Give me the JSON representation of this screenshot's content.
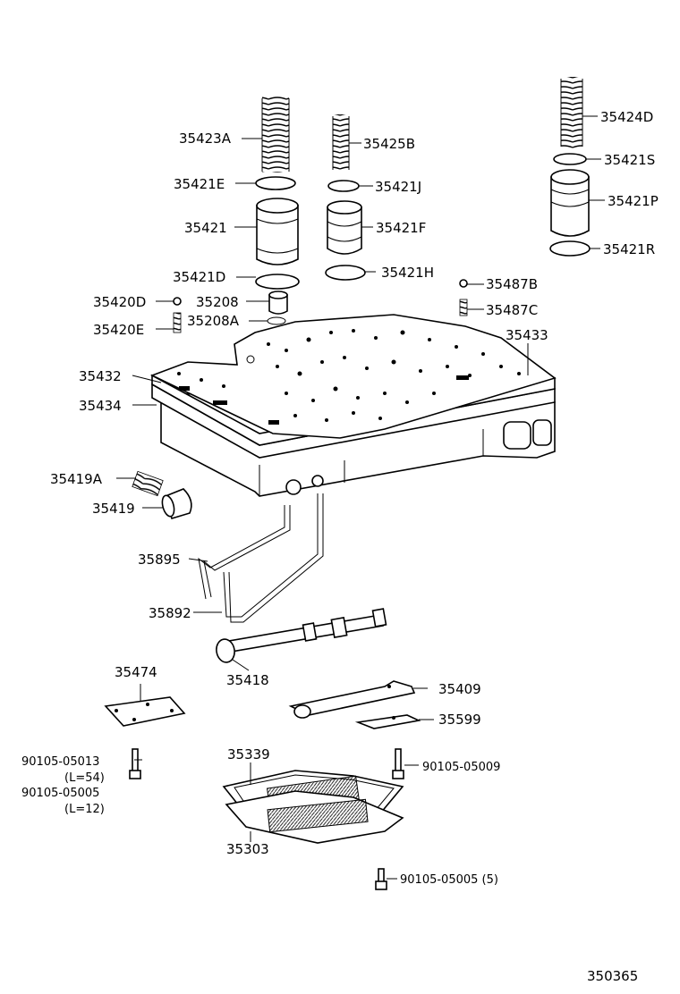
{
  "diagram_id": "350365",
  "labels": {
    "p35423A": "35423A",
    "p35425B": "35425B",
    "p35424D": "35424D",
    "p35421E": "35421E",
    "p35421J": "35421J",
    "p35421S": "35421S",
    "p35421": "35421",
    "p35421F": "35421F",
    "p35421P": "35421P",
    "p35421D": "35421D",
    "p35421H": "35421H",
    "p35421R": "35421R",
    "p35420D": "35420D",
    "p35208": "35208",
    "p35487B": "35487B",
    "p35420E": "35420E",
    "p35208A": "35208A",
    "p35487C": "35487C",
    "p35433": "35433",
    "p35432": "35432",
    "p35434": "35434",
    "p35419A": "35419A",
    "p35419": "35419",
    "p35895": "35895",
    "p35892": "35892",
    "p35418": "35418",
    "p35474": "35474",
    "p35409": "35409",
    "p35599": "35599",
    "p35339": "35339",
    "p35303": "35303",
    "bolt1": "90105-05013",
    "bolt1_len": "(L=54)",
    "bolt2": "90105-05005",
    "bolt2_len": "(L=12)",
    "bolt3": "90105-05009",
    "bolt4": "90105-05005 (5)"
  }
}
